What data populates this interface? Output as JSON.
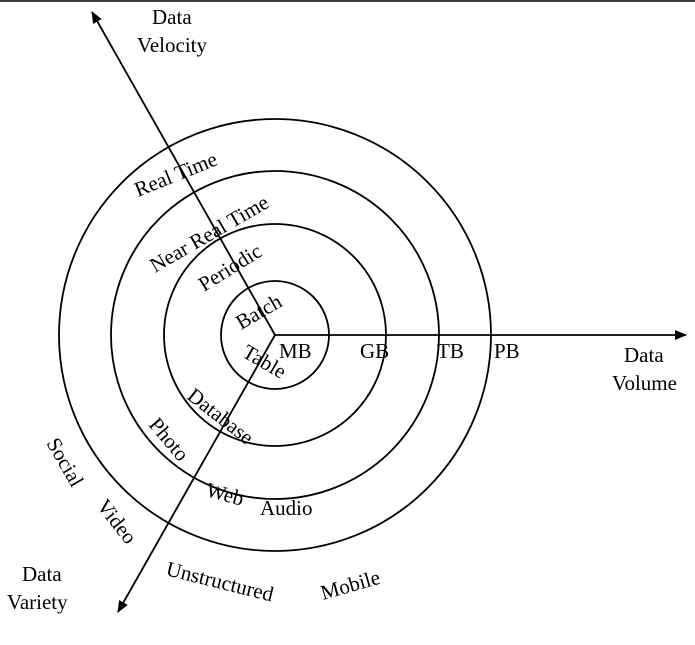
{
  "axes": {
    "velocity": {
      "label_line1": "Data",
      "label_line2": "Velocity"
    },
    "volume": {
      "label_line1": "Data",
      "label_line2": "Volume"
    },
    "variety": {
      "label_line1": "Data",
      "label_line2": "Variety"
    }
  },
  "velocity_levels": [
    "Batch",
    "Periodic",
    "Near Real Time",
    "Real Time"
  ],
  "volume_levels": [
    "MB",
    "GB",
    "TB",
    "PB"
  ],
  "variety_items": {
    "ring1": [
      "Table"
    ],
    "ring2": [
      "Database"
    ],
    "ring3": [
      "Photo",
      "Web",
      "Audio"
    ],
    "ring4": [
      "Social",
      "Video",
      "Unstructured",
      "Mobile"
    ]
  }
}
